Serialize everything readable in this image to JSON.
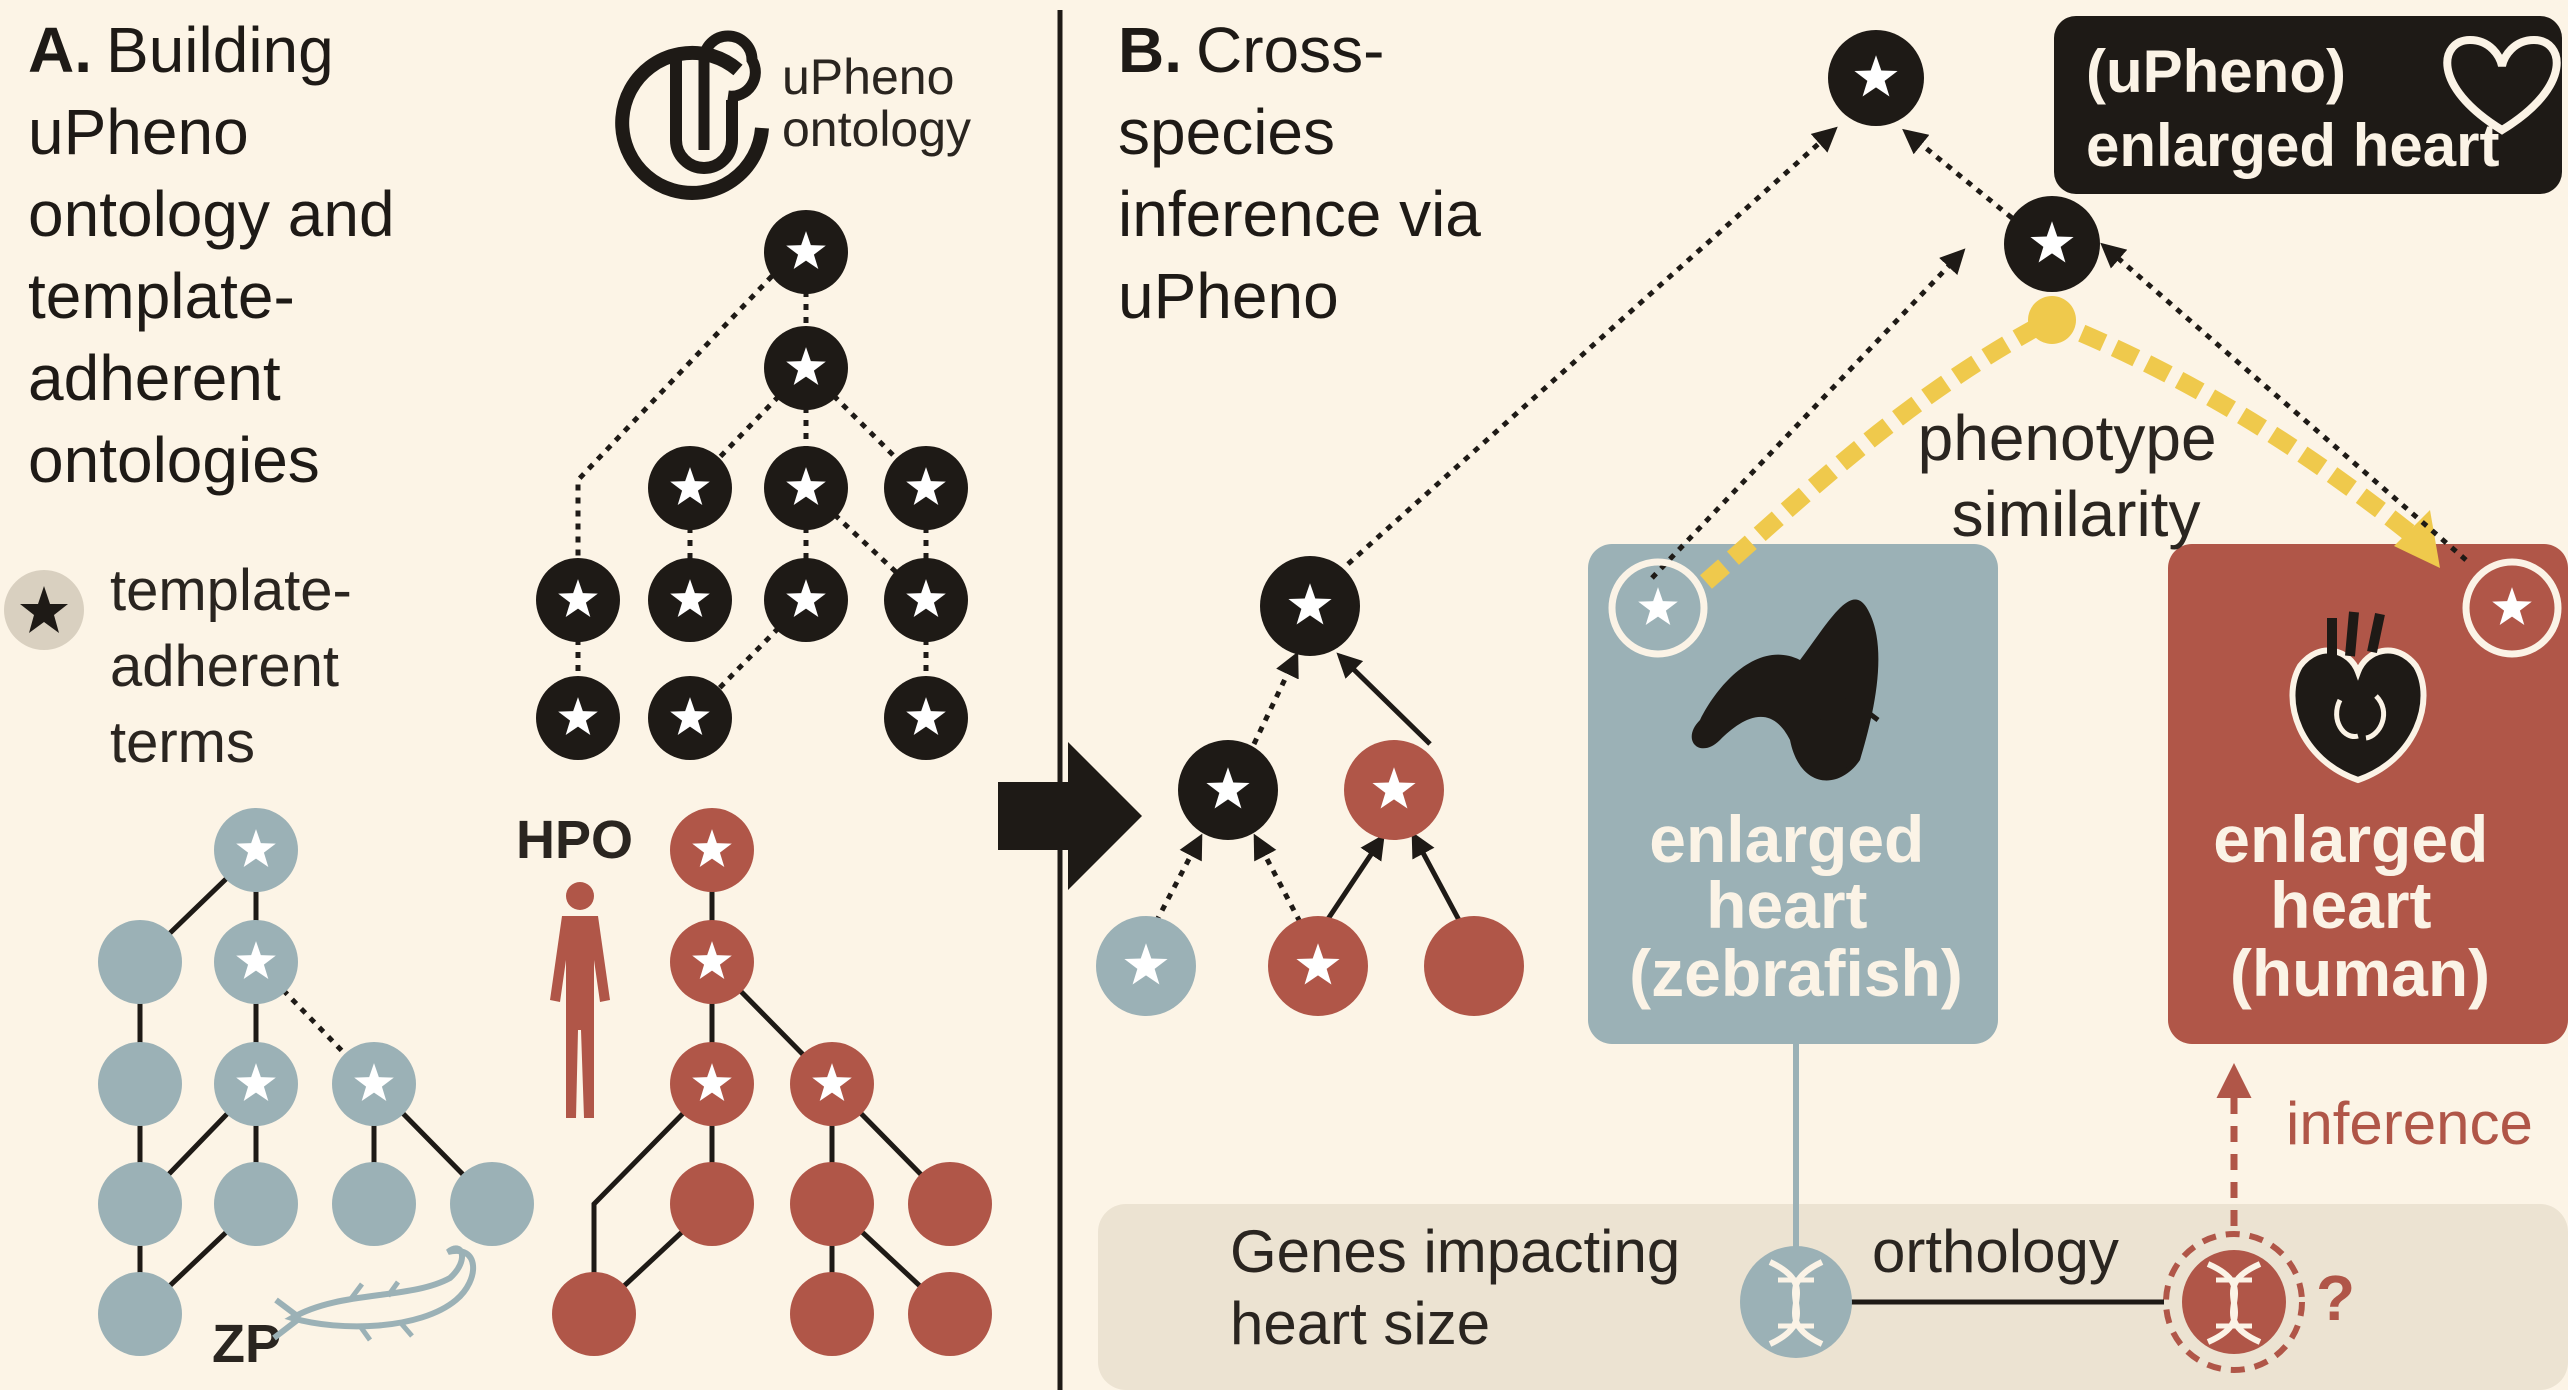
{
  "panel_a": {
    "letter": "A.",
    "title_lines": [
      "Building",
      "uPheno",
      "ontology and",
      "template-",
      "adherent",
      "ontologies"
    ],
    "logo_lines": [
      "uPheno",
      "ontology"
    ],
    "legend_lines": [
      "template-",
      "adherent",
      "terms"
    ],
    "hpo_label": "HPO",
    "zp_label": "ZP"
  },
  "panel_b": {
    "letter": "B.",
    "title_lines": [
      "Cross-",
      "species",
      "inference via",
      "uPheno"
    ],
    "upheno_box_lines": [
      "(uPheno)",
      "enlarged heart"
    ],
    "similarity_lines": [
      "phenotype",
      "similarity"
    ],
    "zebrafish_box_lines": [
      "enlarged",
      "heart",
      "(zebrafish)"
    ],
    "human_box_lines": [
      "enlarged",
      "heart",
      "(human)"
    ],
    "inference_label": "inference",
    "genes_lines": [
      "Genes impacting",
      "heart size"
    ],
    "orthology_label": "orthology",
    "question_mark": "?"
  },
  "colors": {
    "background": "#fcf4e6",
    "black_node": "#1e1a16",
    "blue_node": "#9bb1b6",
    "red_node": "#b05648",
    "similarity": "#efc94c",
    "gene_band": "#ece3d2"
  }
}
